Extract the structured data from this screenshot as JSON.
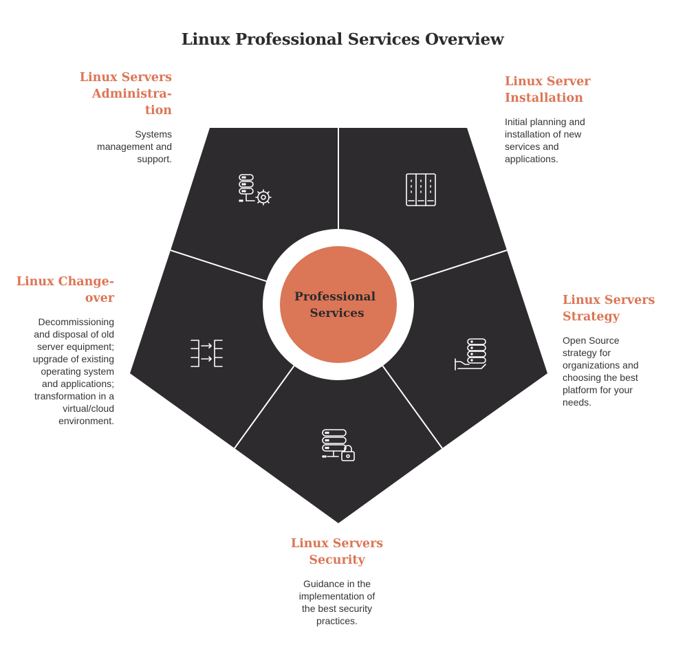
{
  "title": "Linux Professional Services Overview",
  "center": {
    "lines": [
      "Professional",
      "Services"
    ]
  },
  "colors": {
    "segment": "#2d2b2d",
    "accent": "#db7656",
    "divider": "#ffffff",
    "icon": "#ffffff"
  },
  "sections": [
    {
      "id": "administration",
      "icon": "server-gear-icon",
      "label_lines": [
        "Linux Servers",
        "Administra-",
        "tion"
      ],
      "desc_lines": [
        "Systems",
        "management and",
        "support."
      ]
    },
    {
      "id": "installation",
      "icon": "server-rack-icon",
      "label_lines": [
        "Linux Server",
        "Installation"
      ],
      "desc_lines": [
        "Initial planning and",
        "installation of new",
        "services and",
        "applications."
      ]
    },
    {
      "id": "strategy",
      "icon": "hand-database-icon",
      "label_lines": [
        "Linux Servers",
        "Strategy"
      ],
      "desc_lines": [
        "Open Source",
        "strategy for",
        "organizations and",
        "choosing the best",
        "platform for your",
        "needs."
      ]
    },
    {
      "id": "security",
      "icon": "server-lock-icon",
      "label_lines": [
        "Linux Servers",
        "Security"
      ],
      "desc_lines": [
        "Guidance in the",
        "implementation of",
        "the best security",
        "practices."
      ]
    },
    {
      "id": "changeover",
      "icon": "migration-icon",
      "label_lines": [
        "Linux Change-",
        "over"
      ],
      "desc_lines": [
        "Decommissioning",
        "and disposal of old",
        "server equipment;",
        "upgrade of existing",
        "operating system",
        "and applications;",
        "transformation in a",
        "virtual/cloud",
        "environment."
      ]
    }
  ]
}
